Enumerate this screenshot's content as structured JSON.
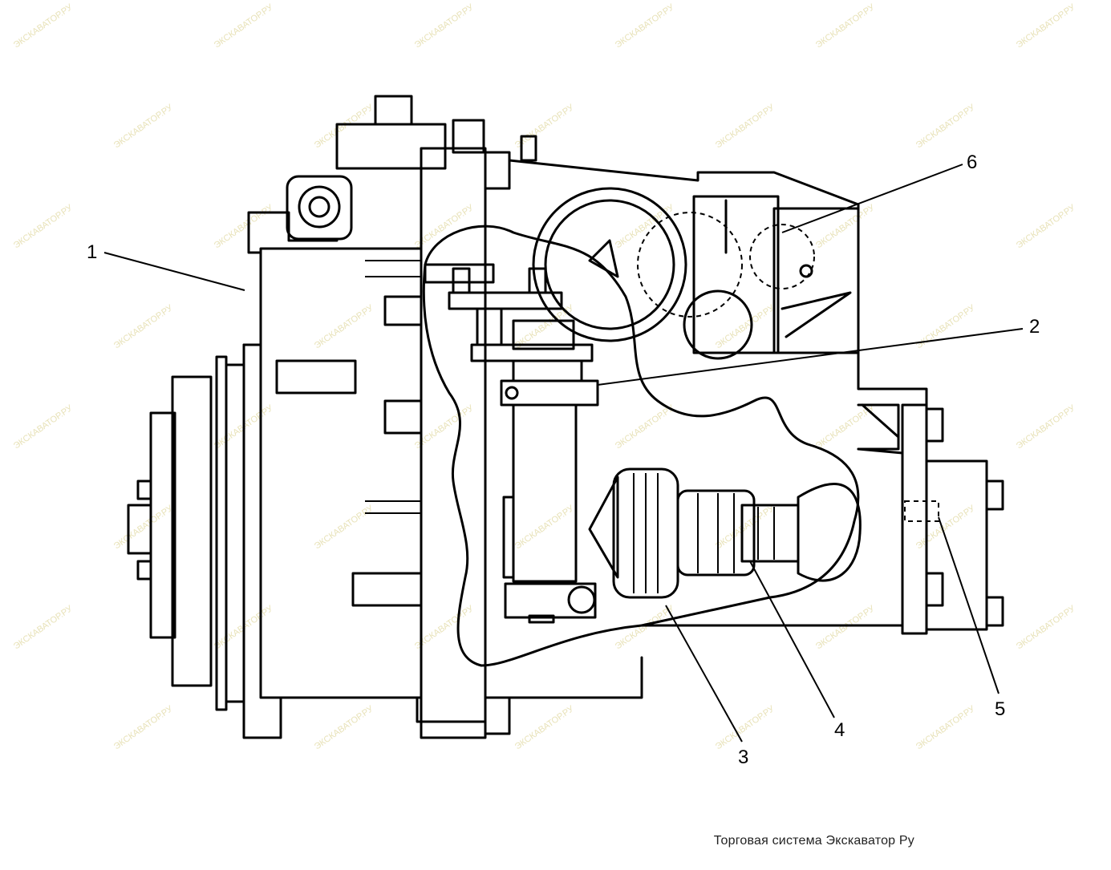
{
  "callouts": {
    "c1": "1",
    "c2": "2",
    "c3": "3",
    "c4": "4",
    "c5": "5",
    "c6": "6"
  },
  "caption": "Торговая система Экскаватор Ру",
  "watermark": "ЭКСКАВАТОР.РУ",
  "colors": {
    "line": "#000000",
    "background": "#ffffff",
    "watermark": "#e8e2b8"
  }
}
